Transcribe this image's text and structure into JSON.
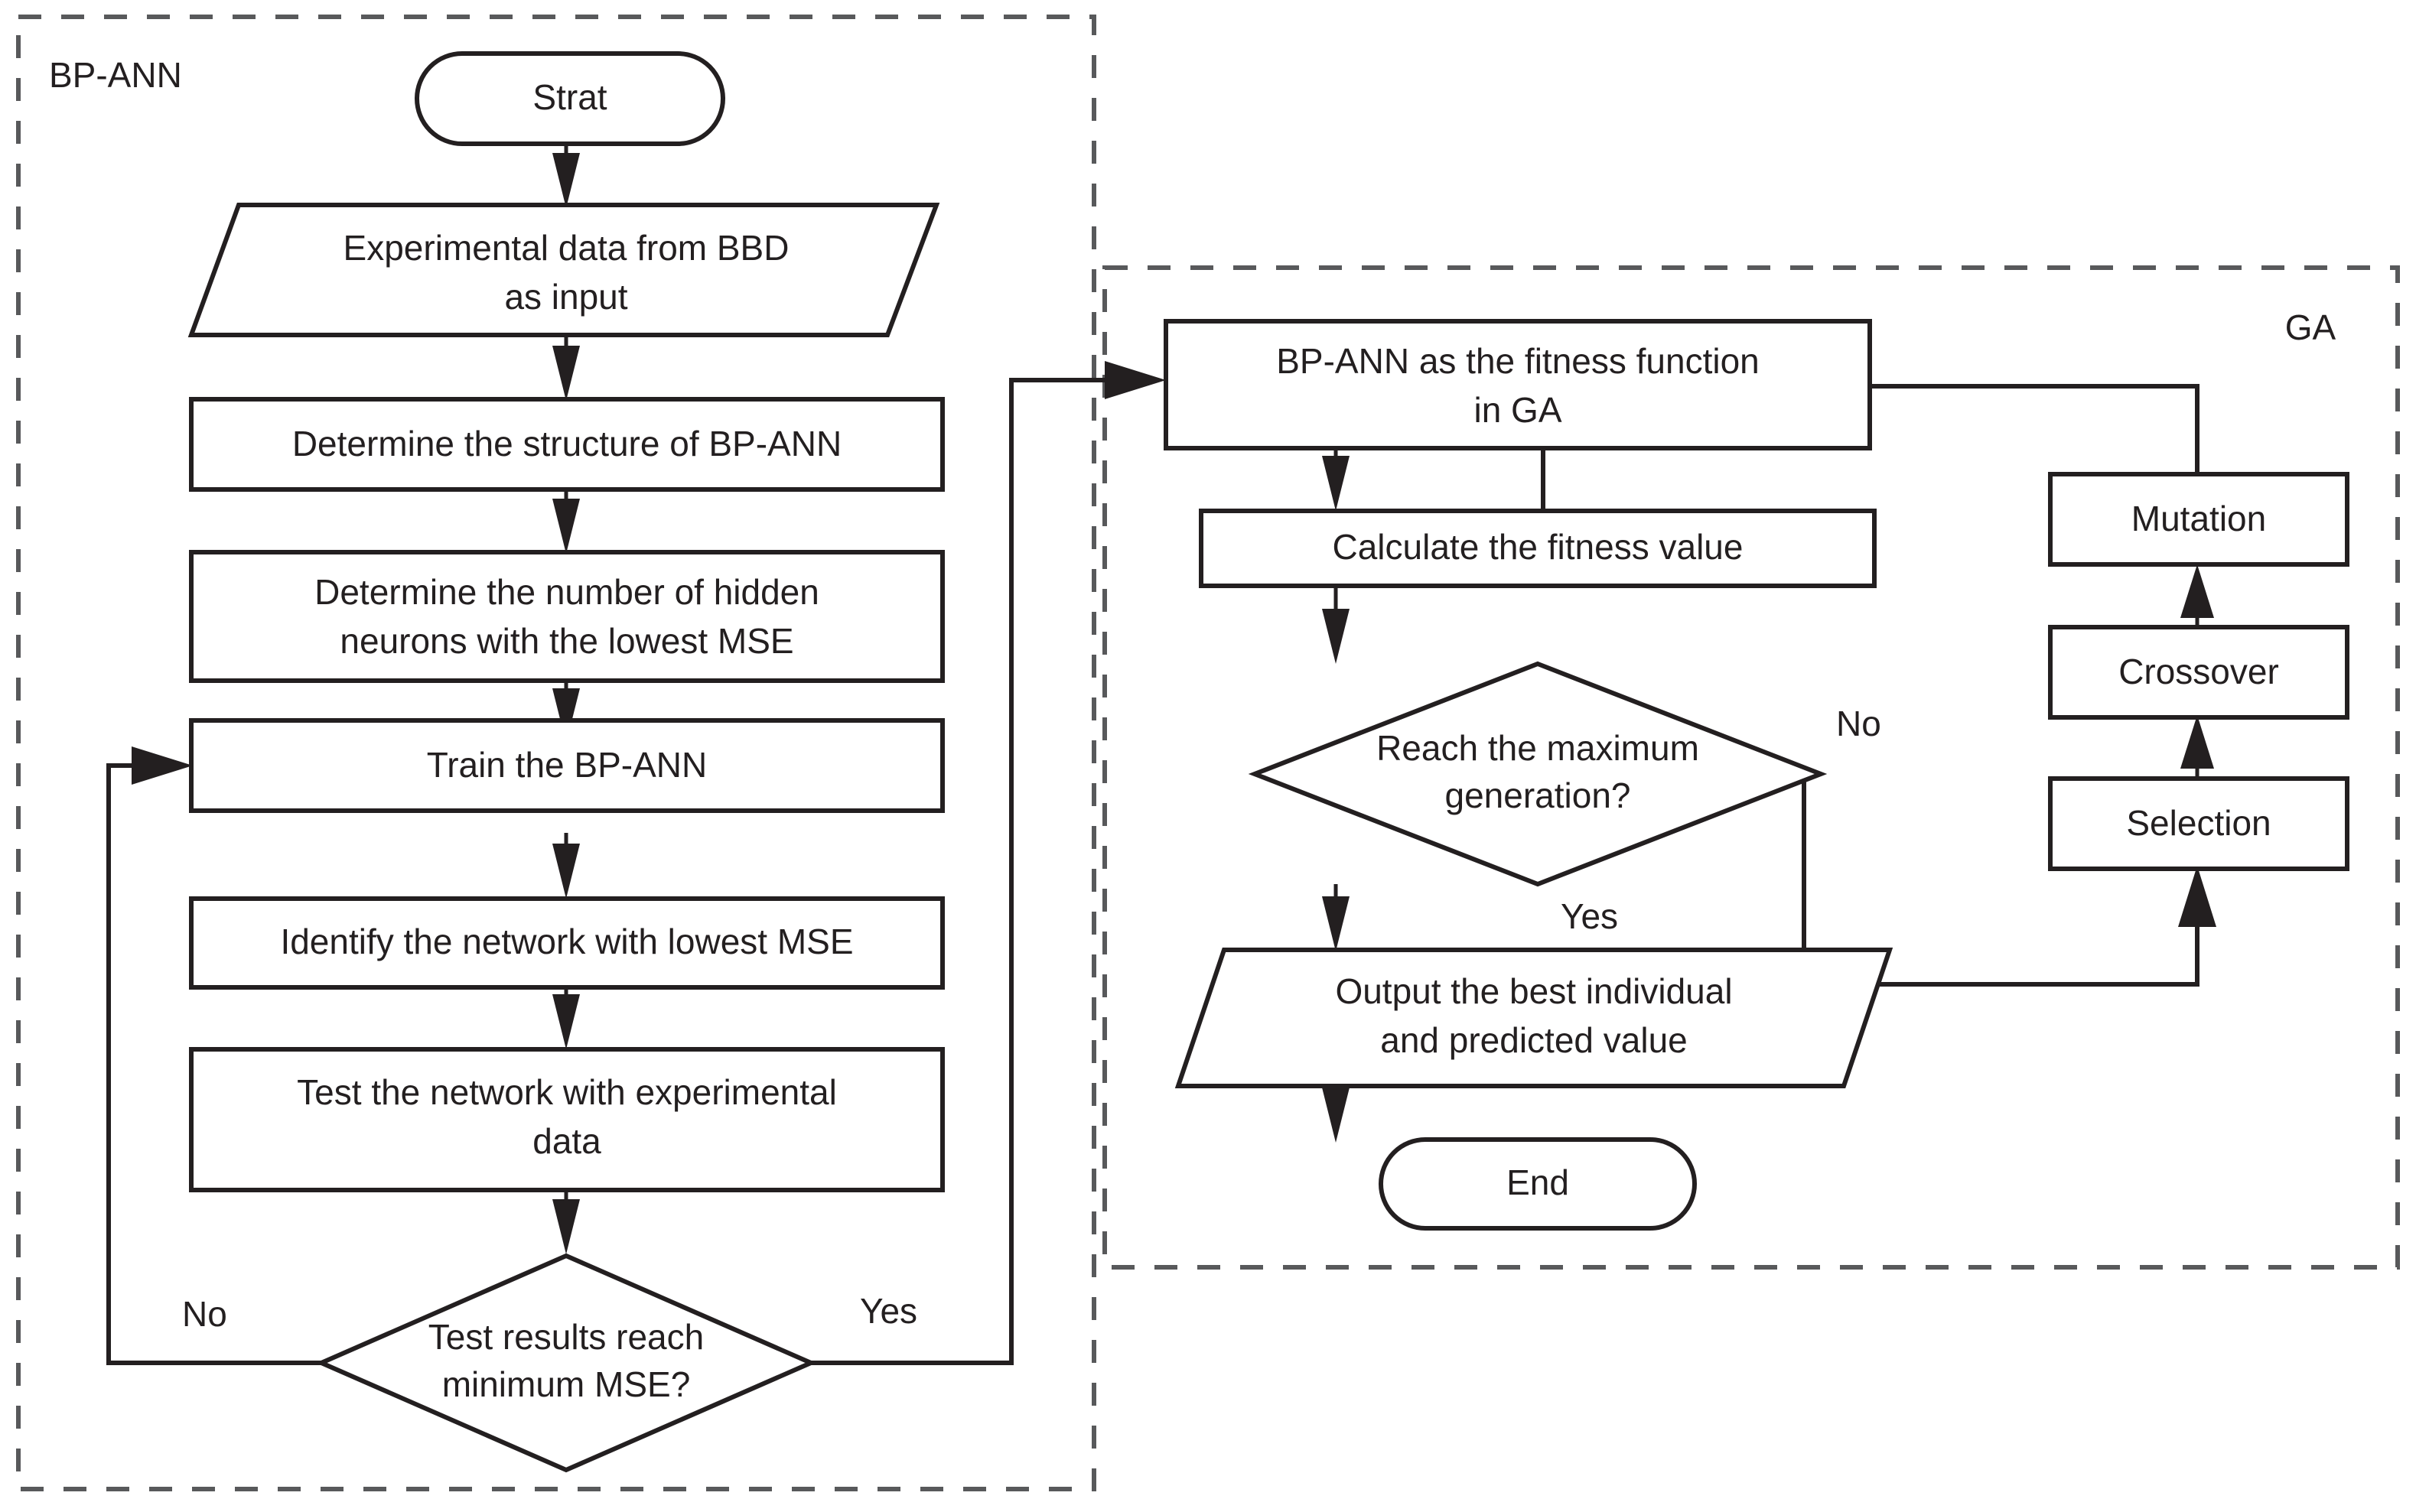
{
  "diagram": {
    "type": "flowchart",
    "title": "BP-ANN and GA hybrid optimization flowchart",
    "groups": [
      {
        "id": "bp-ann",
        "label": "BP-ANN"
      },
      {
        "id": "ga",
        "label": "GA"
      }
    ],
    "nodes": {
      "start": {
        "label": "Strat",
        "shape": "terminator"
      },
      "input_data": {
        "label_line1": "Experimental data from BBD",
        "label_line2": "as input",
        "shape": "parallelogram"
      },
      "determine_struct": {
        "label": "Determine the structure of BP-ANN",
        "shape": "process"
      },
      "determine_hidden": {
        "label_line1": "Determine the number of hidden",
        "label_line2": "neurons with the lowest MSE",
        "shape": "process"
      },
      "train": {
        "label": "Train the BP-ANN",
        "shape": "process"
      },
      "identify": {
        "label": "Identify the network with lowest MSE",
        "shape": "process"
      },
      "test": {
        "label_line1": "Test the network with experimental",
        "label_line2": "data",
        "shape": "process"
      },
      "decision_mse": {
        "label_line1": "Test results reach",
        "label_line2": "minimum MSE?",
        "shape": "decision"
      },
      "fitness_fn": {
        "label_line1": "BP-ANN as the fitness function",
        "label_line2": "in GA",
        "shape": "process"
      },
      "calc_fitness": {
        "label": "Calculate the fitness value",
        "shape": "process"
      },
      "decision_gen": {
        "label_line1": "Reach the maximum",
        "label_line2": "generation?",
        "shape": "decision"
      },
      "output": {
        "label_line1": "Output the best individual",
        "label_line2": "and predicted value",
        "shape": "parallelogram"
      },
      "end": {
        "label": "End",
        "shape": "terminator"
      },
      "mutation": {
        "label": "Mutation",
        "shape": "process"
      },
      "crossover": {
        "label": "Crossover",
        "shape": "process"
      },
      "selection": {
        "label": "Selection",
        "shape": "process"
      }
    },
    "edge_labels": {
      "mse_no": "No",
      "mse_yes": "Yes",
      "gen_no": "No",
      "gen_yes": "Yes"
    },
    "colors": {
      "stroke": "#231f20",
      "dashed_group": "#58595b",
      "background": "#ffffff"
    }
  }
}
